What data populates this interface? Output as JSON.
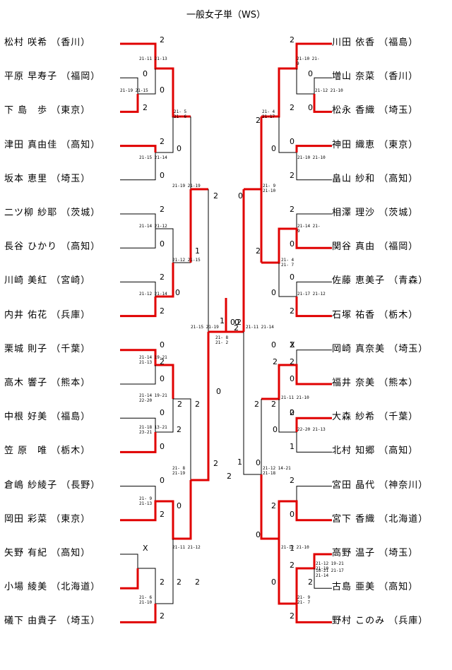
{
  "title": "一般女子単（WS）",
  "left_players": [
    {
      "name": "松村 咲希",
      "pref": "（香川）"
    },
    {
      "name": "平原 早寿子",
      "pref": "（福岡）"
    },
    {
      "name": "下 島　歩",
      "pref": "（東京）"
    },
    {
      "name": "津田 真由佳",
      "pref": "（高知）"
    },
    {
      "name": "坂本 恵里",
      "pref": "（埼玉）"
    },
    {
      "name": "二ツ柳 紗耶",
      "pref": "（茨城）"
    },
    {
      "name": "長谷 ひかり",
      "pref": "（高知）"
    },
    {
      "name": "川崎 美紅",
      "pref": "（宮崎）"
    },
    {
      "name": "内井 佑花",
      "pref": "（兵庫）"
    },
    {
      "name": "栗城 則子",
      "pref": "（千葉）"
    },
    {
      "name": "高木 響子",
      "pref": "（熊本）"
    },
    {
      "name": "中根 好美",
      "pref": "（福島）"
    },
    {
      "name": "笠 原　唯",
      "pref": "（栃木）"
    },
    {
      "name": "倉嶋 紗綾子",
      "pref": "（長野）"
    },
    {
      "name": "岡田 彩菜",
      "pref": "（東京）"
    },
    {
      "name": "矢野 有紀",
      "pref": "（高知）"
    },
    {
      "name": "小場 綾美",
      "pref": "（北海道）"
    },
    {
      "name": "礒下 由貴子",
      "pref": "（埼玉）"
    }
  ],
  "right_players": [
    {
      "name": "川田 依香",
      "pref": "（福島）"
    },
    {
      "name": "増山 奈菜",
      "pref": "（香川）"
    },
    {
      "name": "松永 香織",
      "pref": "（埼玉）"
    },
    {
      "name": "神田 織恵",
      "pref": "（東京）"
    },
    {
      "name": "畠山 紗和",
      "pref": "（高知）"
    },
    {
      "name": "相澤 理沙",
      "pref": "（茨城）"
    },
    {
      "name": "関谷 真由",
      "pref": "（福岡）"
    },
    {
      "name": "佐藤 恵美子",
      "pref": "（青森）"
    },
    {
      "name": "石塚 祐香",
      "pref": "（栃木）"
    },
    {
      "name": "岡崎 真奈美",
      "pref": "（埼玉）"
    },
    {
      "name": "福井 奈美",
      "pref": "（熊本）"
    },
    {
      "name": "大森 紗希",
      "pref": "（千葉）"
    },
    {
      "name": "北村 知郷",
      "pref": "（高知）"
    },
    {
      "name": "宮田 晶代",
      "pref": "（神奈川）"
    },
    {
      "name": "宮下 香織",
      "pref": "（北海道）"
    },
    {
      "name": "高野 温子",
      "pref": "（埼玉）"
    },
    {
      "name": "古島 亜美",
      "pref": "（高知）"
    },
    {
      "name": "野村 このみ",
      "pref": "（兵庫）"
    }
  ],
  "match_results": [
    {
      "text": "2"
    },
    {
      "text": "0"
    },
    {
      "text": "0"
    },
    {
      "text": "2"
    },
    {
      "text": "0"
    },
    {
      "text": "2"
    },
    {
      "text": "0"
    },
    {
      "text": "2"
    },
    {
      "text": "0"
    },
    {
      "text": "2"
    },
    {
      "text": "0"
    },
    {
      "text": "2"
    },
    {
      "text": "2"
    },
    {
      "text": "1"
    },
    {
      "text": "1"
    },
    {
      "text": "2"
    },
    {
      "text": "0"
    },
    {
      "text": "2"
    },
    {
      "text": "0"
    },
    {
      "text": "2"
    },
    {
      "text": "0"
    },
    {
      "text": "2"
    },
    {
      "text": "0"
    },
    {
      "text": "2"
    },
    {
      "text": "0"
    },
    {
      "text": "2"
    },
    {
      "text": "X"
    },
    {
      "text": "2"
    },
    {
      "text": "2"
    },
    {
      "text": "2"
    },
    {
      "text": "0"
    },
    {
      "text": "2"
    },
    {
      "text": "0"
    },
    {
      "text": "2"
    },
    {
      "text": "0"
    },
    {
      "text": "2"
    },
    {
      "text": "2"
    },
    {
      "text": "0"
    },
    {
      "text": "0"
    },
    {
      "text": "2"
    },
    {
      "text": "2"
    },
    {
      "text": "0"
    },
    {
      "text": "0"
    },
    {
      "text": "2"
    },
    {
      "text": "0"
    },
    {
      "text": "2"
    },
    {
      "text": "2"
    },
    {
      "text": "0"
    },
    {
      "text": "0"
    },
    {
      "text": "2"
    },
    {
      "text": "0"
    },
    {
      "text": "2"
    },
    {
      "text": "2"
    },
    {
      "text": "0"
    },
    {
      "text": "0"
    },
    {
      "text": "2"
    },
    {
      "text": "X"
    },
    {
      "text": "2"
    },
    {
      "text": "2"
    },
    {
      "text": "0"
    },
    {
      "text": "1"
    },
    {
      "text": "2"
    },
    {
      "text": "0"
    },
    {
      "text": "2"
    },
    {
      "text": "0"
    },
    {
      "text": "1"
    },
    {
      "text": "2"
    },
    {
      "text": "2"
    },
    {
      "text": "0"
    },
    {
      "text": "2"
    },
    {
      "text": "0"
    },
    {
      "text": "1"
    },
    {
      "text": "2"
    },
    {
      "text": "0"
    },
    {
      "text": "0"
    },
    {
      "text": "2"
    }
  ],
  "game_scores": [
    {
      "text": "21-11 21-13"
    },
    {
      "text": "21-19 21-15"
    },
    {
      "text": "21- 5 21- 6"
    },
    {
      "text": "21-15 21-14"
    },
    {
      "text": "21-19 21-19"
    },
    {
      "text": "21-14 21-12"
    },
    {
      "text": "21-12 21-15"
    },
    {
      "text": "21-12 21-14"
    },
    {
      "text": "21-15 21-19"
    },
    {
      "text": "21-14 19-21 21-13"
    },
    {
      "text": "21-14 19-21 22-20"
    },
    {
      "text": "21-18 13-21 23-21"
    },
    {
      "text": "21- 8 21-19"
    },
    {
      "text": "21- 9 21-13"
    },
    {
      "text": "21-11 21-12"
    },
    {
      "text": "21- 6 21-10"
    },
    {
      "text": "21- 8 21- 2"
    },
    {
      "text": "21-10 21- 9"
    },
    {
      "text": "21-12 21-10"
    },
    {
      "text": "21- 4 21-17"
    },
    {
      "text": "21-10 21-10"
    },
    {
      "text": "21- 9 21-10"
    },
    {
      "text": "21-14 21- 9"
    },
    {
      "text": "21- 4 21- 7"
    },
    {
      "text": "21-17 21-12"
    },
    {
      "text": "21-11 21-14"
    },
    {
      "text": "21-11 21-10"
    },
    {
      "text": "22-20 21-13"
    },
    {
      "text": "21-12 14-21 21-18"
    },
    {
      "text": "21-12 19-21 21-10"
    },
    {
      "text": "21-12 21-10"
    },
    {
      "text": "18-21 21-17 21-14"
    },
    {
      "text": "21- 9 21- 7"
    }
  ]
}
